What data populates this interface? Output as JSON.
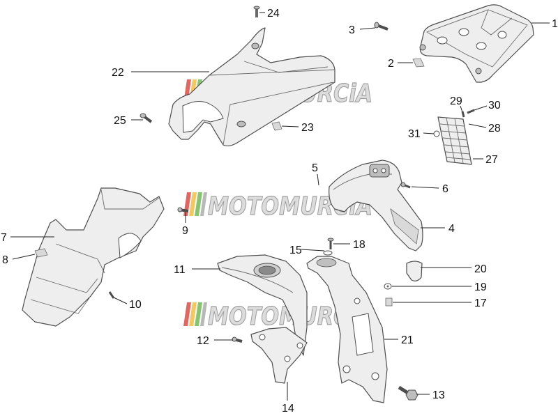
{
  "watermark": {
    "text": "MOTOMURCiA",
    "stripe_colors": [
      "#d9342b",
      "#f0b429",
      "#5fb043",
      "#a0a0a0"
    ]
  },
  "callouts": {
    "c1": "1",
    "c2": "2",
    "c3": "3",
    "c4": "4",
    "c5": "5",
    "c6": "6",
    "c7": "7",
    "c8": "8",
    "c9": "9",
    "c10": "10",
    "c11": "11",
    "c12": "12",
    "c13": "13",
    "c14": "14",
    "c15": "15",
    "c17": "17",
    "c18": "18",
    "c19": "19",
    "c20": "20",
    "c21": "21",
    "c22": "22",
    "c23": "23",
    "c24": "24",
    "c25": "25",
    "c27": "27",
    "c28": "28",
    "c29": "29",
    "c30": "30",
    "c31": "31"
  }
}
